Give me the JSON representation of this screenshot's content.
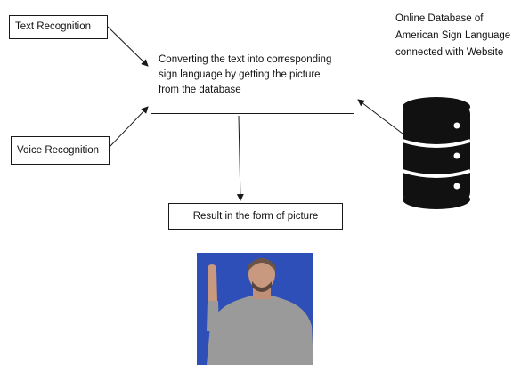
{
  "nodes": {
    "text_recognition": "Text Recognition",
    "voice_recognition": "Voice Recognition",
    "converter": [
      "Converting the text into corresponding",
      "sign language by getting the picture",
      "from the database"
    ],
    "result": "Result in the form of picture"
  },
  "database_label": [
    "Online Database of",
    "American Sign Language",
    "connected with Website"
  ],
  "icons": {
    "database": "database-icon",
    "photo": "sign-language-photo"
  },
  "colors": {
    "border": "#1a1a1a",
    "database": "#111111",
    "photo_background": "#2f4fb8",
    "shirt": "#9a9a9a"
  }
}
